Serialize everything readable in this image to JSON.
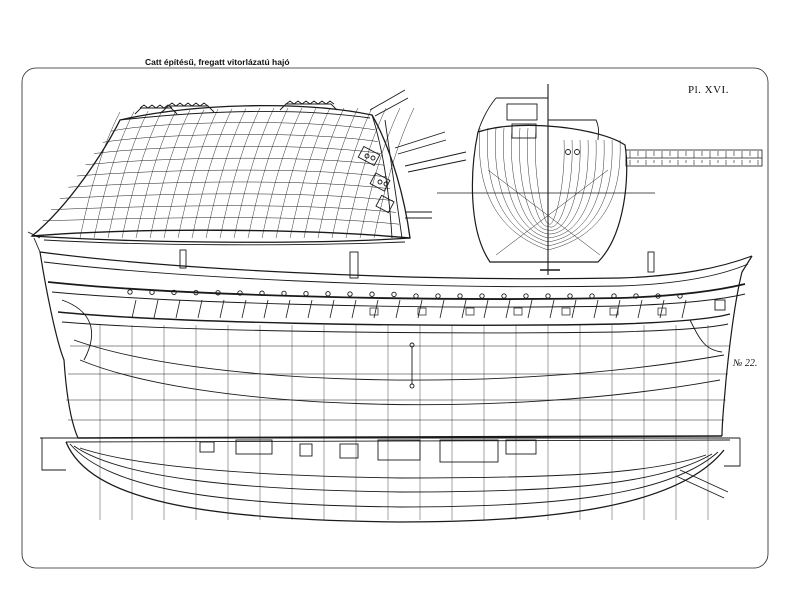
{
  "caption": "Catt építésű, fregatt vitorlázatú hajó",
  "plate_label": "Pl. XVI.",
  "sheet_number": "№ 22.",
  "colors": {
    "ink": "#1a1a1a",
    "paper": "#ffffff"
  }
}
